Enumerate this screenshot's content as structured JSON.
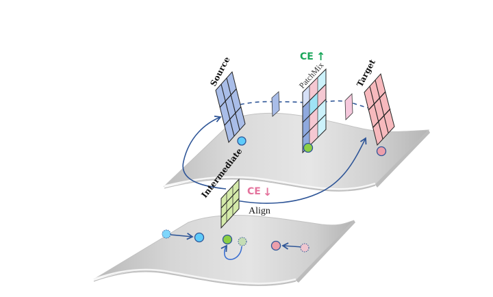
{
  "diagram": {
    "labels": {
      "source": "Source",
      "target": "Target",
      "patchmix": "PatchMix",
      "intermediate": "Intermediate",
      "align": "Align",
      "ce_up": "CE",
      "ce_up_arrow": "↑",
      "ce_down": "CE",
      "ce_down_arrow": "↓"
    },
    "colors": {
      "source_fill": "#a9bde8",
      "target_fill": "#f7b9bd",
      "patchmix_blue": "#8fa9de",
      "patchmix_cyan": "#9fe3f5",
      "patchmix_pink": "#f5c8d2",
      "patchmix_lightblue": "#d6e0f7",
      "intermediate_fill": "#d4eaa9",
      "arrow": "#2e5597",
      "ce_up": "#1aa65a",
      "ce_down": "#e4739d",
      "dot_blue": "#5ecbfa",
      "dot_green": "#8ccf45",
      "dot_pink": "#ec9fab",
      "dot_green_faded": "#c5ddb5",
      "dot_pink_faded": "#efc6cf",
      "surface": "#d8d8d8"
    },
    "upper_surface": {
      "domains": [
        "Source",
        "PatchMix",
        "Target"
      ],
      "patches_small": [
        "source-side patch",
        "target-side patch"
      ]
    },
    "lower_surface": {
      "transitions": [
        {
          "from": "faded-blue",
          "to": "blue",
          "direction": "right"
        },
        {
          "from": "faded-green",
          "to": "green",
          "direction": "loop-back"
        },
        {
          "from": "faded-pink",
          "to": "pink",
          "direction": "left"
        }
      ]
    }
  }
}
